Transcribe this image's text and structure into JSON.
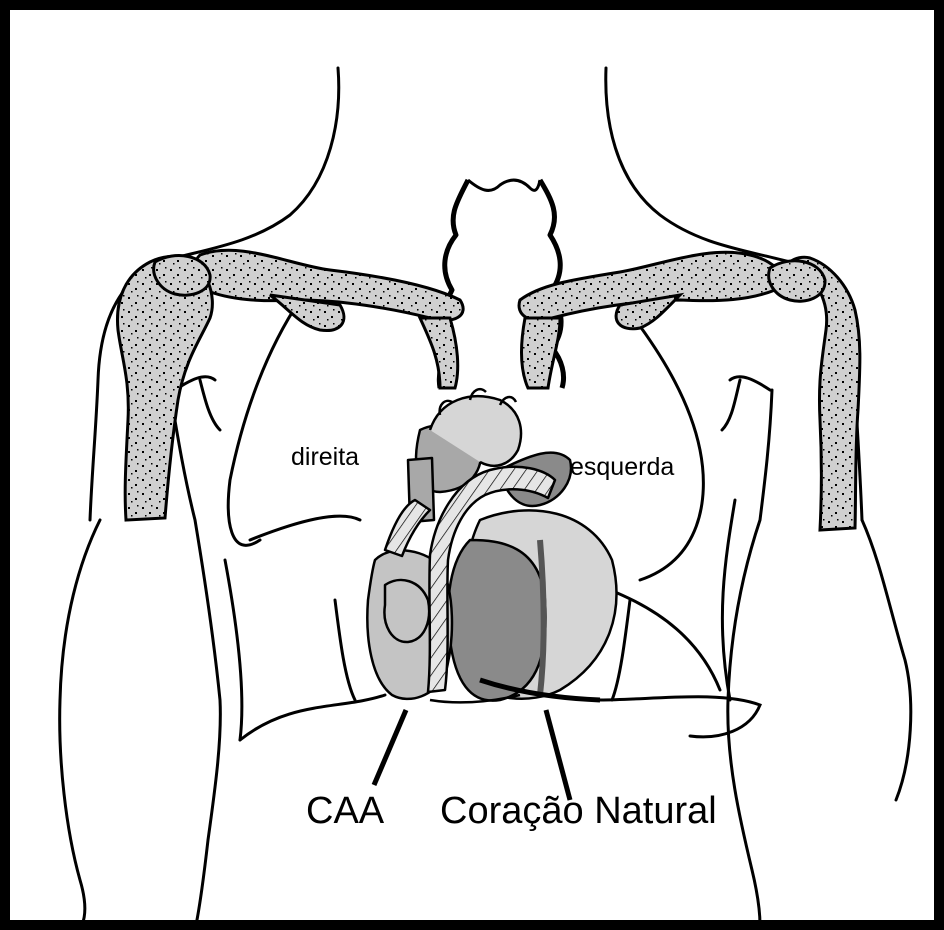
{
  "labels": {
    "right": "direita",
    "left": "esquerda",
    "device": "CAA",
    "natural_heart": "Coração Natural"
  },
  "colors": {
    "line": "#000000",
    "bone_fill": "#d0d0d0",
    "heart_dark": "#8a8a8a",
    "heart_mid": "#a8a8a8",
    "heart_light": "#d6d6d6",
    "device_fill": "#c4c4c4",
    "tube_fill": "#e6e6e6"
  }
}
